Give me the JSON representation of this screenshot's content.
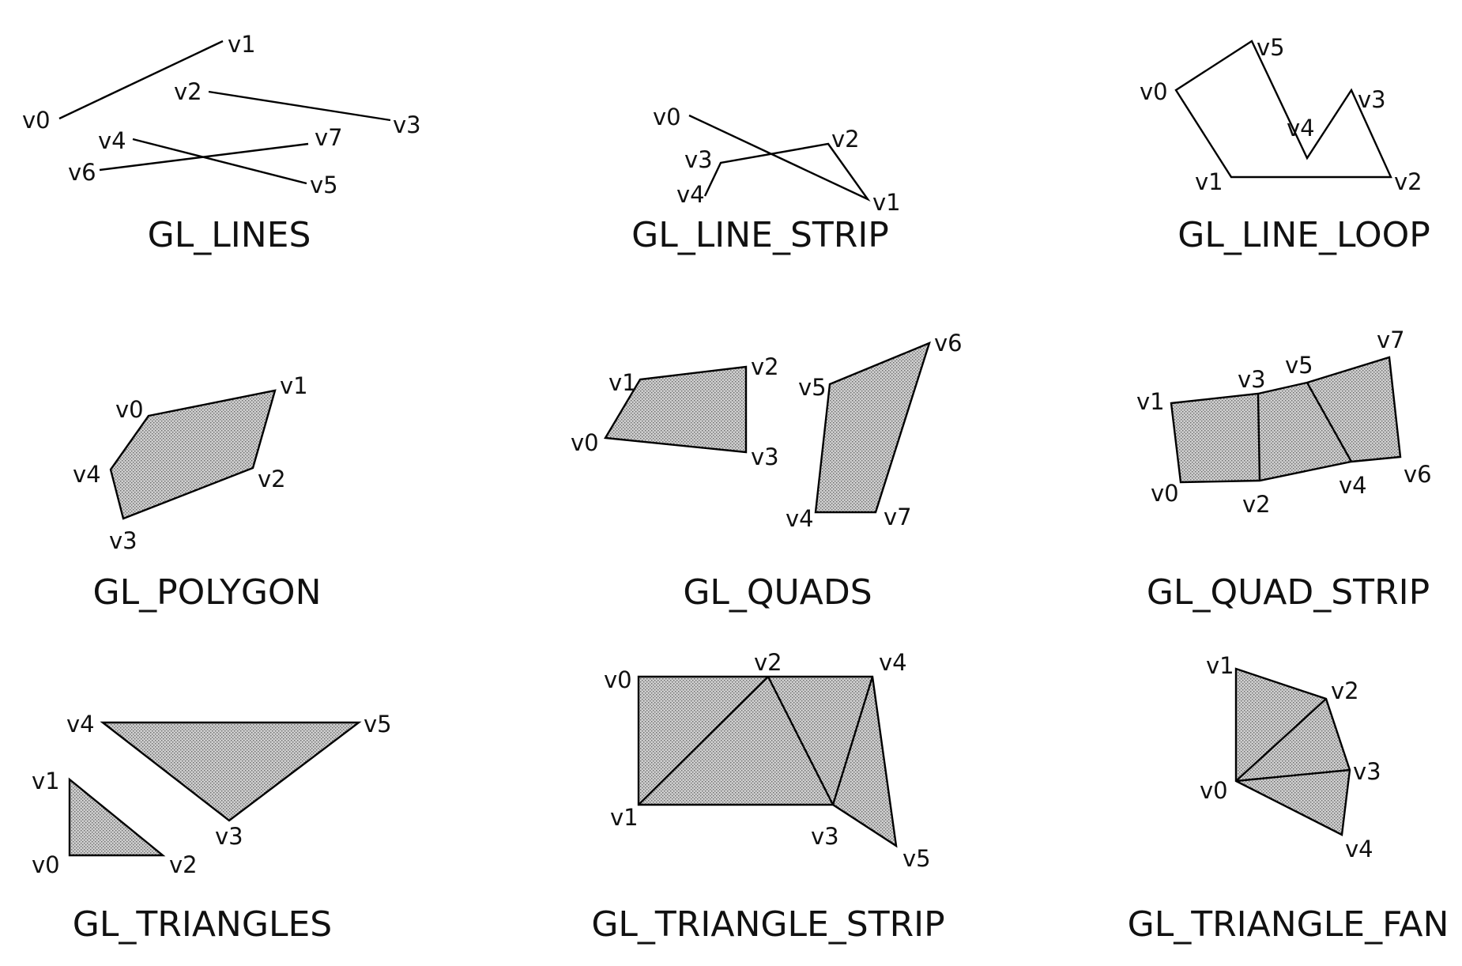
{
  "colors": {
    "fill": "#c8c8c8",
    "stroke": "#000000",
    "text": "#111111"
  },
  "panels": [
    {
      "caption": "GL_LINES",
      "labels": [
        "v0",
        "v1",
        "v2",
        "v3",
        "v4",
        "v5",
        "v6",
        "v7"
      ]
    },
    {
      "caption": "GL_LINE_STRIP",
      "labels": [
        "v0",
        "v1",
        "v2",
        "v3",
        "v4"
      ]
    },
    {
      "caption": "GL_LINE_LOOP",
      "labels": [
        "v0",
        "v1",
        "v2",
        "v3",
        "v4",
        "v5"
      ]
    },
    {
      "caption": "GL_POLYGON",
      "labels": [
        "v0",
        "v1",
        "v2",
        "v3",
        "v4"
      ]
    },
    {
      "caption": "GL_QUADS",
      "labels": [
        "v0",
        "v1",
        "v2",
        "v3",
        "v4",
        "v5",
        "v6",
        "v7"
      ]
    },
    {
      "caption": "GL_QUAD_STRIP",
      "labels": [
        "v0",
        "v1",
        "v2",
        "v3",
        "v4",
        "v5",
        "v6",
        "v7"
      ]
    },
    {
      "caption": "GL_TRIANGLES",
      "labels": [
        "v0",
        "v1",
        "v2",
        "v3",
        "v4",
        "v5"
      ]
    },
    {
      "caption": "GL_TRIANGLE_STRIP",
      "labels": [
        "v0",
        "v1",
        "v2",
        "v3",
        "v4",
        "v5"
      ]
    },
    {
      "caption": "GL_TRIANGLE_FAN",
      "labels": [
        "v0",
        "v1",
        "v2",
        "v3",
        "v4"
      ]
    }
  ]
}
